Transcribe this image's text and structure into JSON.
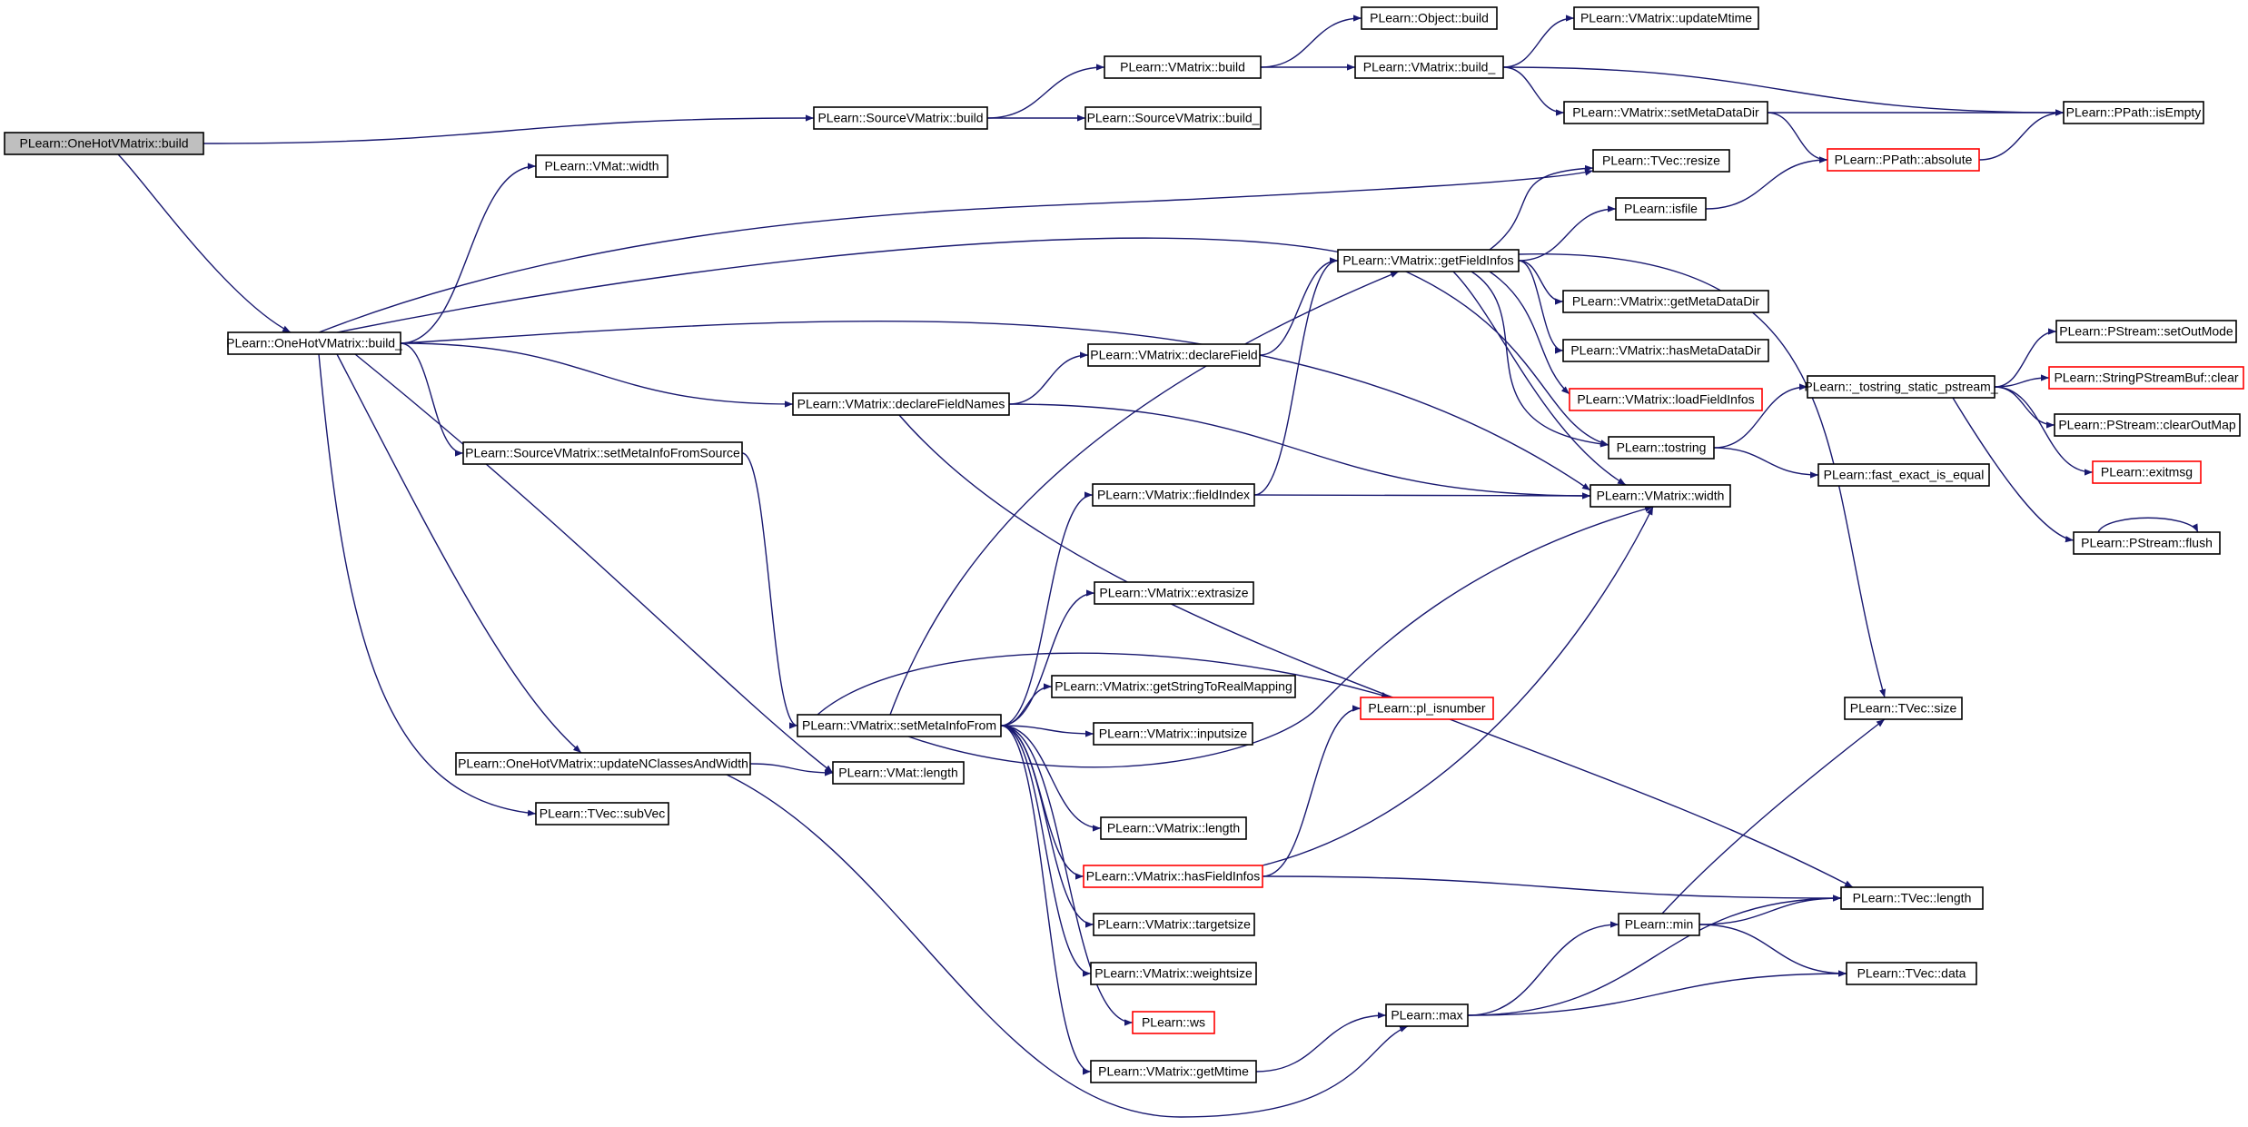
{
  "colors": {
    "edge": "#191970",
    "node_border_default": "#000000",
    "node_border_truncated": "#ff0000",
    "root_fill": "#bfbfbf",
    "node_fill": "#ffffff"
  },
  "nodes": {
    "root": {
      "label": "PLearn::OneHotVMatrix::build",
      "kind": "root"
    },
    "build_": {
      "label": "PLearn::OneHotVMatrix::build_",
      "kind": "normal"
    },
    "srcBuild": {
      "label": "PLearn::SourceVMatrix::build",
      "kind": "normal"
    },
    "vmatWidth": {
      "label": "PLearn::VMat::width",
      "kind": "normal"
    },
    "vmBuild": {
      "label": "PLearn::VMatrix::build",
      "kind": "normal"
    },
    "srcBuild_": {
      "label": "PLearn::SourceVMatrix::build_",
      "kind": "normal"
    },
    "objBuild": {
      "label": "PLearn::Object::build",
      "kind": "normal"
    },
    "vmBuild_": {
      "label": "PLearn::VMatrix::build_",
      "kind": "normal"
    },
    "updateMtime": {
      "label": "PLearn::VMatrix::updateMtime",
      "kind": "normal"
    },
    "setMetaDataDir": {
      "label": "PLearn::VMatrix::setMetaDataDir",
      "kind": "normal"
    },
    "isEmpty": {
      "label": "PLearn::PPath::isEmpty",
      "kind": "normal"
    },
    "absolute": {
      "label": "PLearn::PPath::absolute",
      "kind": "truncated"
    },
    "tvecResize": {
      "label": "PLearn::TVec::resize",
      "kind": "normal"
    },
    "isfile": {
      "label": "PLearn::isfile",
      "kind": "normal"
    },
    "getFieldInfos": {
      "label": "PLearn::VMatrix::getFieldInfos",
      "kind": "normal"
    },
    "getMetaDataDir": {
      "label": "PLearn::VMatrix::getMetaDataDir",
      "kind": "normal"
    },
    "hasMetaDataDir": {
      "label": "PLearn::VMatrix::hasMetaDataDir",
      "kind": "normal"
    },
    "loadFieldInfos": {
      "label": "PLearn::VMatrix::loadFieldInfos",
      "kind": "truncated"
    },
    "tostring": {
      "label": "PLearn::tostring",
      "kind": "normal"
    },
    "vmxWidth": {
      "label": "PLearn::VMatrix::width",
      "kind": "normal"
    },
    "declareField": {
      "label": "PLearn::VMatrix::declareField",
      "kind": "normal"
    },
    "declareFieldNames": {
      "label": "PLearn::VMatrix::declareFieldNames",
      "kind": "normal"
    },
    "setMetaInfoFromSource": {
      "label": "PLearn::SourceVMatrix::setMetaInfoFromSource",
      "kind": "normal"
    },
    "fieldIndex": {
      "label": "PLearn::VMatrix::fieldIndex",
      "kind": "normal"
    },
    "extrasize": {
      "label": "PLearn::VMatrix::extrasize",
      "kind": "normal"
    },
    "getStringToRealMapping": {
      "label": "PLearn::VMatrix::getStringToRealMapping",
      "kind": "normal"
    },
    "plIsnumber": {
      "label": "PLearn::pl_isnumber",
      "kind": "truncated"
    },
    "setMetaInfoFrom": {
      "label": "PLearn::VMatrix::setMetaInfoFrom",
      "kind": "normal"
    },
    "inputsize": {
      "label": "PLearn::VMatrix::inputsize",
      "kind": "normal"
    },
    "updateNClasses": {
      "label": "PLearn::OneHotVMatrix::updateNClassesAndWidth",
      "kind": "normal"
    },
    "vmatLength": {
      "label": "PLearn::VMat::length",
      "kind": "normal"
    },
    "subVec": {
      "label": "PLearn::TVec::subVec",
      "kind": "normal"
    },
    "vmxLength": {
      "label": "PLearn::VMatrix::length",
      "kind": "normal"
    },
    "hasFieldInfos": {
      "label": "PLearn::VMatrix::hasFieldInfos",
      "kind": "truncated"
    },
    "targetsize": {
      "label": "PLearn::VMatrix::targetsize",
      "kind": "normal"
    },
    "weightsize": {
      "label": "PLearn::VMatrix::weightsize",
      "kind": "normal"
    },
    "ws": {
      "label": "PLearn::ws",
      "kind": "truncated"
    },
    "getMtime": {
      "label": "PLearn::VMatrix::getMtime",
      "kind": "normal"
    },
    "max": {
      "label": "PLearn::max",
      "kind": "normal"
    },
    "min": {
      "label": "PLearn::min",
      "kind": "normal"
    },
    "tvecLength": {
      "label": "PLearn::TVec::length",
      "kind": "normal"
    },
    "tvecData": {
      "label": "PLearn::TVec::data",
      "kind": "normal"
    },
    "tvecSize": {
      "label": "PLearn::TVec::size",
      "kind": "normal"
    },
    "tostringStatic": {
      "label": "PLearn::_tostring_static_pstream_",
      "kind": "normal"
    },
    "fastExact": {
      "label": "PLearn::fast_exact_is_equal",
      "kind": "normal"
    },
    "setOutMode": {
      "label": "PLearn::PStream::setOutMode",
      "kind": "normal"
    },
    "spbClear": {
      "label": "PLearn::StringPStreamBuf::clear",
      "kind": "truncated"
    },
    "clearOutMap": {
      "label": "PLearn::PStream::clearOutMap",
      "kind": "normal"
    },
    "exitmsg": {
      "label": "PLearn::exitmsg",
      "kind": "truncated"
    },
    "flush": {
      "label": "PLearn::PStream::flush",
      "kind": "normal"
    }
  }
}
